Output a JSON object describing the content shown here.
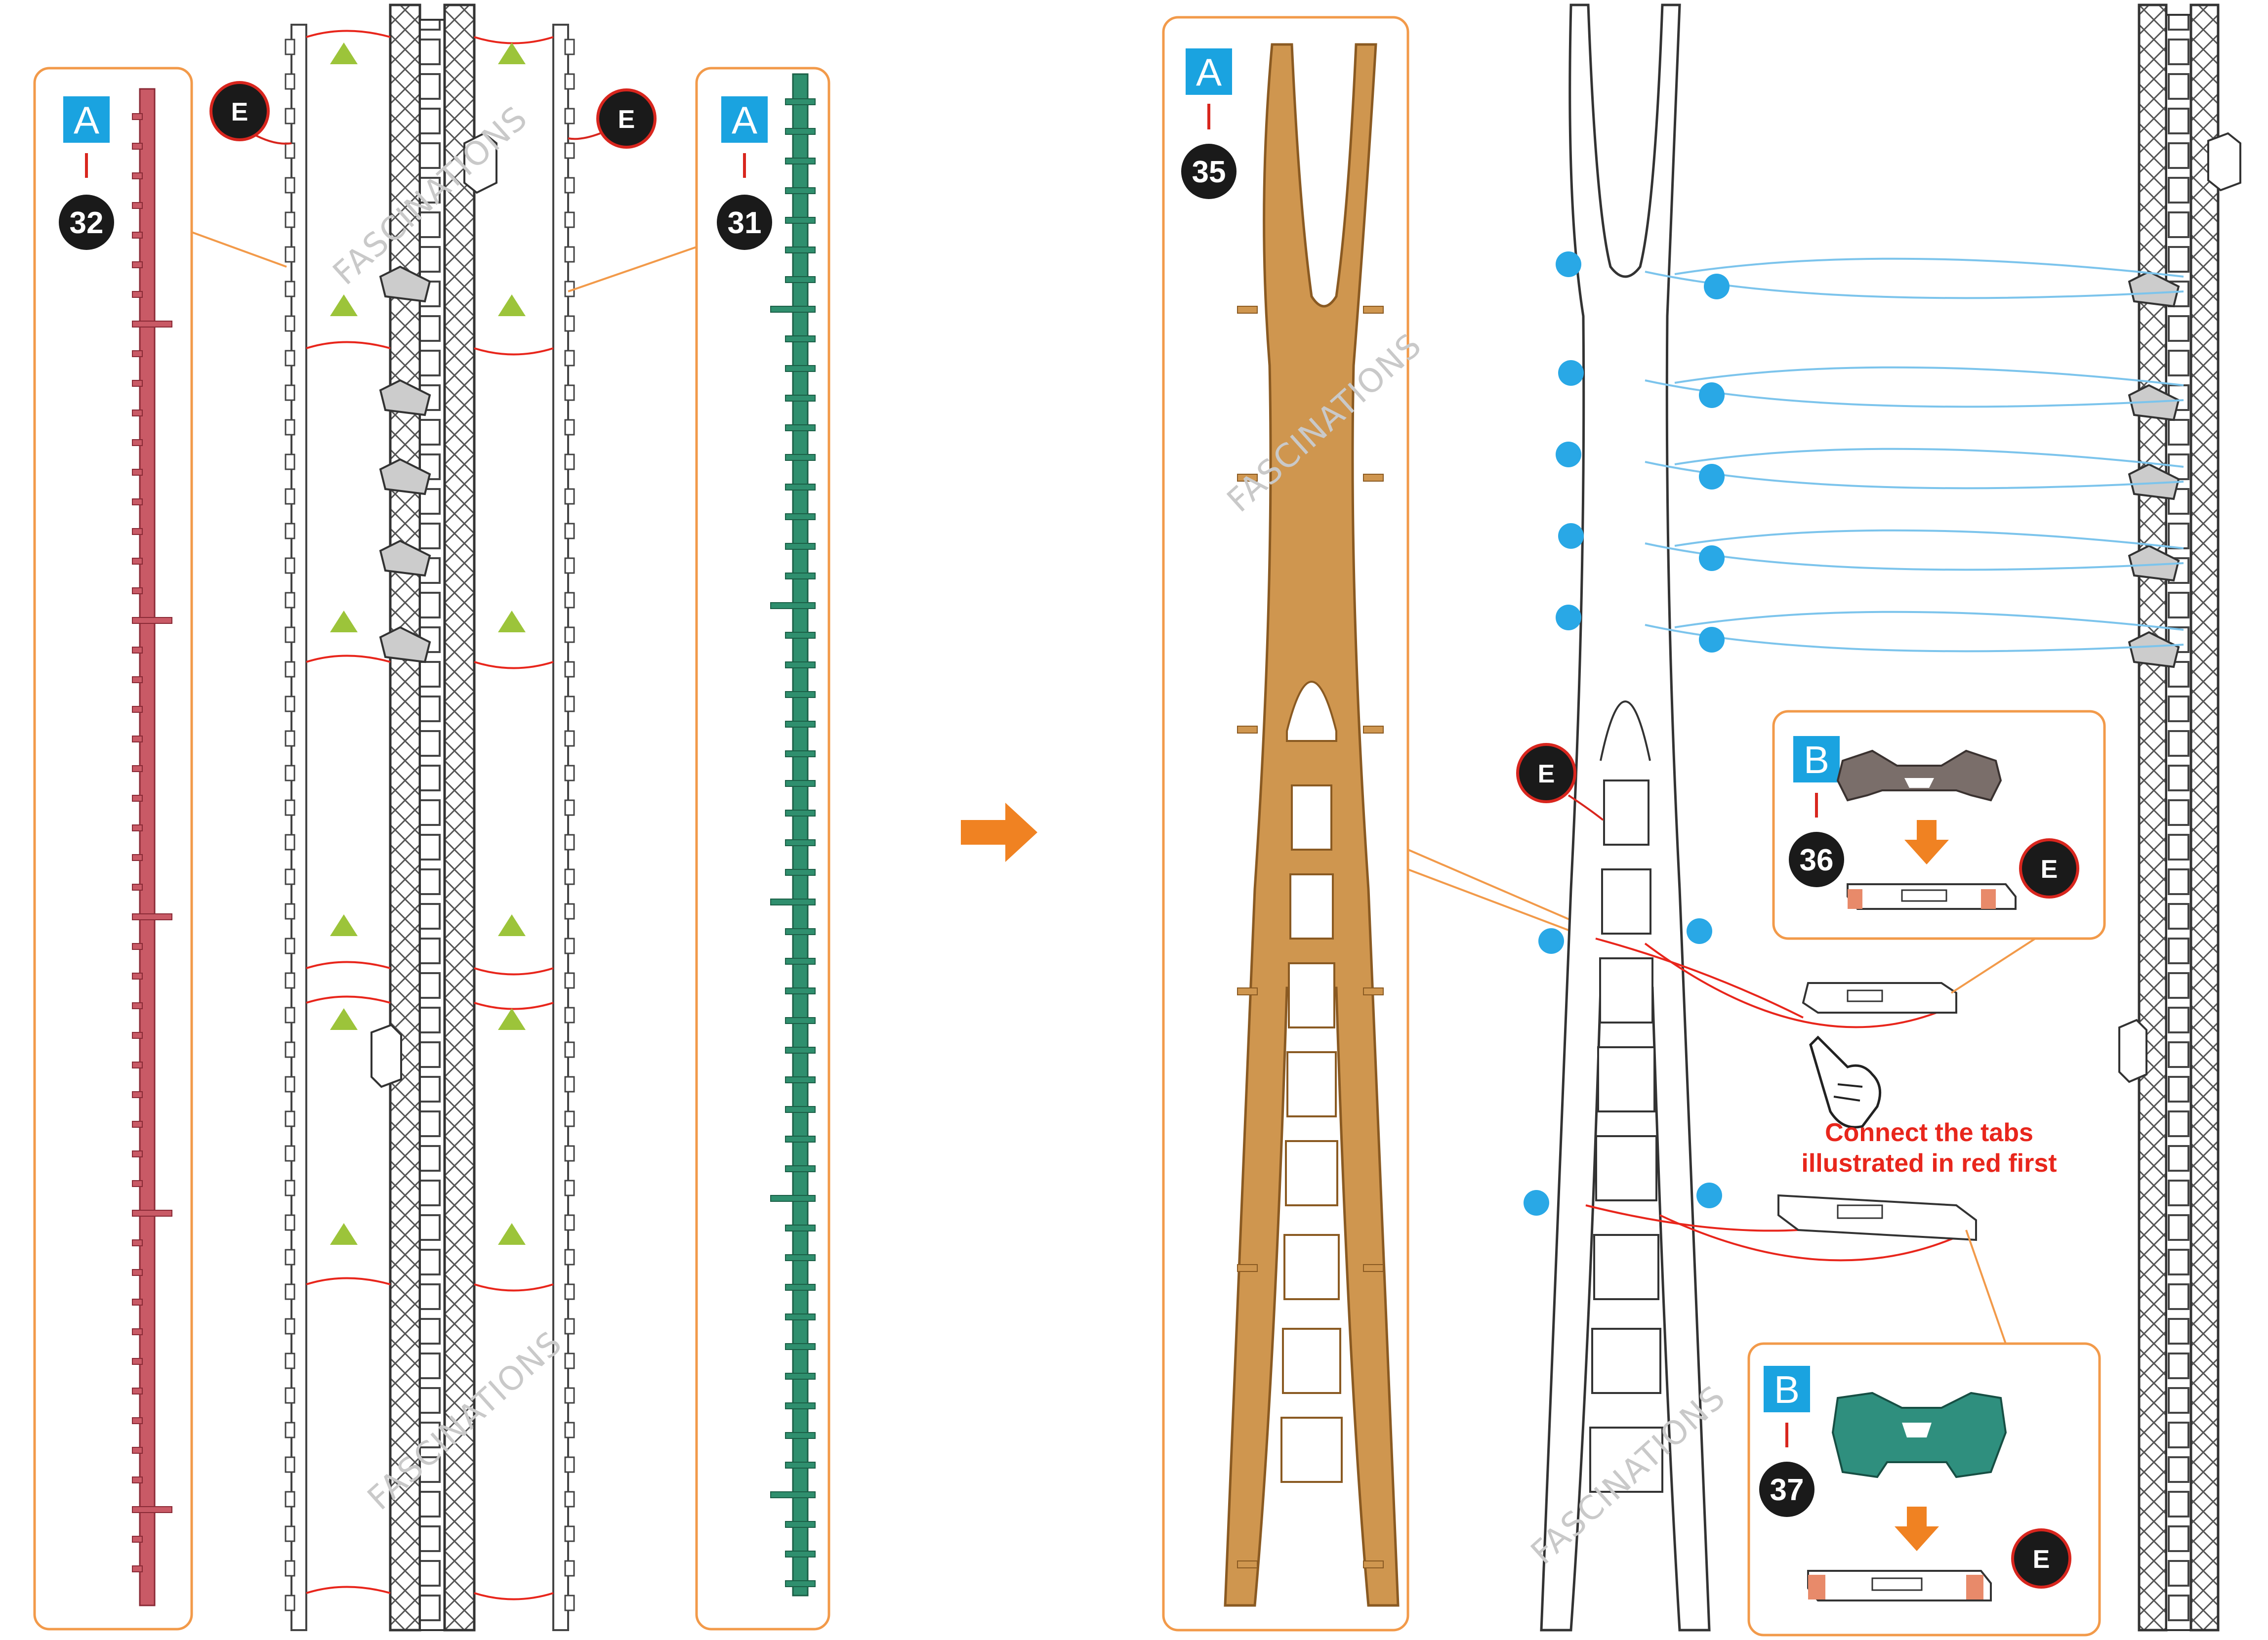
{
  "watermark": "FASCINATIONS",
  "colors": {
    "panel_border": "#f29a4a",
    "label_blue": "#1aa3e0",
    "badge": "#1a1a1a",
    "badge_ring": "#d8261e",
    "part_32": "#c95a66",
    "part_31": "#2f8f6e",
    "part_35": "#cf964f",
    "part_36": "#7a6e6a",
    "part_37": "#2f8f7e",
    "arrow": "#f08222",
    "dot": "#29a8e6",
    "guide_blue": "#7cc4ec",
    "guide_red": "#e8261c",
    "triangle": "#9cc43a",
    "tab": "#e88a6a"
  },
  "callouts": {
    "p32": {
      "sheet": "A",
      "part": "32"
    },
    "p31": {
      "sheet": "A",
      "part": "31"
    },
    "p35": {
      "sheet": "A",
      "part": "35"
    },
    "p36": {
      "sheet": "B",
      "part": "36"
    },
    "p37": {
      "sheet": "B",
      "part": "37"
    }
  },
  "e_badges": [
    "E",
    "E",
    "E",
    "E",
    "E"
  ],
  "instruction_lines": [
    "Connect the tabs",
    "illustrated in red first"
  ],
  "icons": [
    "step-arrow-icon",
    "pointing-hand-icon"
  ]
}
